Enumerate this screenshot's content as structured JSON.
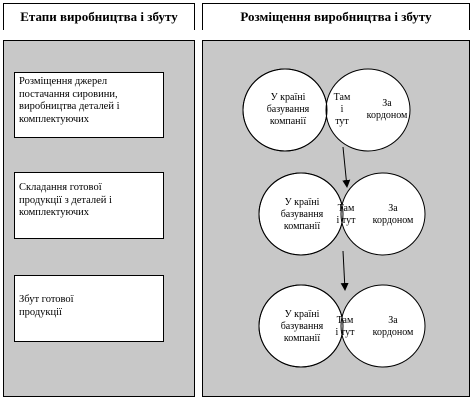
{
  "left": {
    "header": "Етапи виробництва і збуту",
    "steps": [
      {
        "lines": [
          "Розміщення джерел",
          "постачання сировини,",
          "виробництва деталей і",
          "комплектуючих"
        ]
      },
      {
        "lines": [
          "Складання готової",
          "продукції з деталей і",
          "комплектуючих"
        ]
      },
      {
        "lines": [
          "Збут готової",
          "продукції"
        ]
      }
    ]
  },
  "right": {
    "header": "Розміщення виробництва і збуту",
    "groups": [
      {
        "left": [
          "У країні",
          "базування",
          "компанії"
        ],
        "middle": [
          "Там",
          "і",
          "тут"
        ],
        "right": [
          "За",
          "кордоном"
        ]
      },
      {
        "left": [
          "У країні",
          "базування",
          "компанії"
        ],
        "middle": [
          "Там",
          "і тут"
        ],
        "right": [
          "За",
          "кордоном"
        ]
      },
      {
        "left": [
          "У країні",
          "базування",
          "компанії"
        ],
        "middle": [
          "Там",
          "і тут"
        ],
        "right": [
          "За",
          "кордоном"
        ]
      }
    ]
  }
}
